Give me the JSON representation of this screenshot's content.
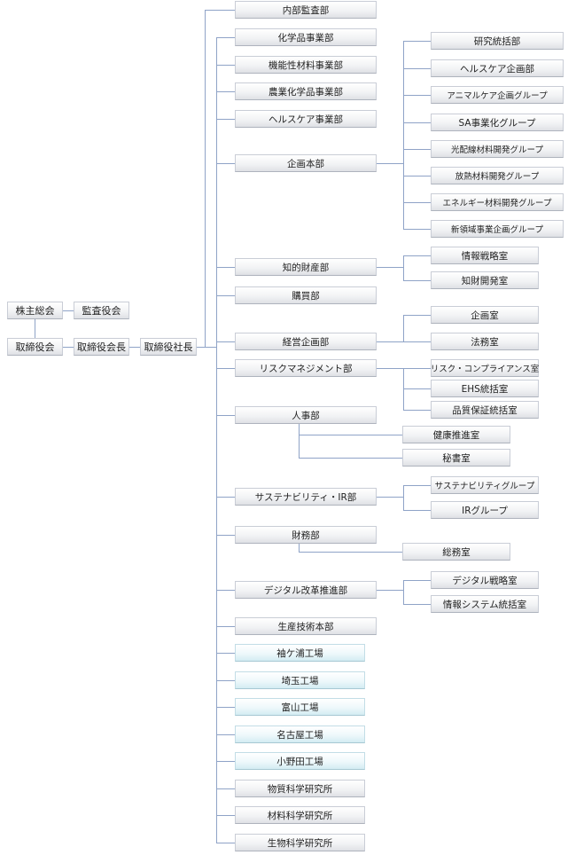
{
  "governance": {
    "shareholders_meeting": "株主総会",
    "auditors": "監査役会",
    "board": "取締役会",
    "chairman": "取締役会長",
    "president": "取締役社長"
  },
  "departments": [
    {
      "name": "内部監査部",
      "children": []
    },
    {
      "name": "化学品事業部",
      "children": []
    },
    {
      "name": "機能性材料事業部",
      "children": []
    },
    {
      "name": "農業化学品事業部",
      "children": []
    },
    {
      "name": "ヘルスケア事業部",
      "children": []
    },
    {
      "name": "企画本部",
      "children": [
        "研究統括部",
        "ヘルスケア企画部",
        "アニマルケア企画グループ",
        "SA事業化グループ",
        "光配線材料開発グループ",
        "放熱材料開発グループ",
        "エネルギー材料開発グループ",
        "新領域事業企画グループ"
      ]
    },
    {
      "name": "知的財産部",
      "children": [
        "情報戦略室",
        "知財開発室"
      ]
    },
    {
      "name": "購買部",
      "children": []
    },
    {
      "name": "経営企画部",
      "children": [
        "企画室",
        "法務室"
      ]
    },
    {
      "name": "リスクマネジメント部",
      "children": [
        "リスク・コンプライアンス室",
        "EHS統括室",
        "品質保証統括室"
      ]
    },
    {
      "name": "人事部",
      "children": [
        "健康推進室",
        "秘書室"
      ]
    },
    {
      "name": "サステナビリティ・IR部",
      "children": [
        "サステナビリティグループ",
        "IRグループ"
      ]
    },
    {
      "name": "財務部",
      "children": [
        "総務室"
      ]
    },
    {
      "name": "デジタル改革推進部",
      "children": [
        "デジタル戦略室",
        "情報システム統括室"
      ]
    },
    {
      "name": "生産技術本部",
      "children": []
    }
  ],
  "factories": [
    "袖ケ浦工場",
    "埼玉工場",
    "富山工場",
    "名古屋工場",
    "小野田工場"
  ],
  "labs": [
    "物質科学研究所",
    "材料科学研究所",
    "生物科学研究所"
  ]
}
